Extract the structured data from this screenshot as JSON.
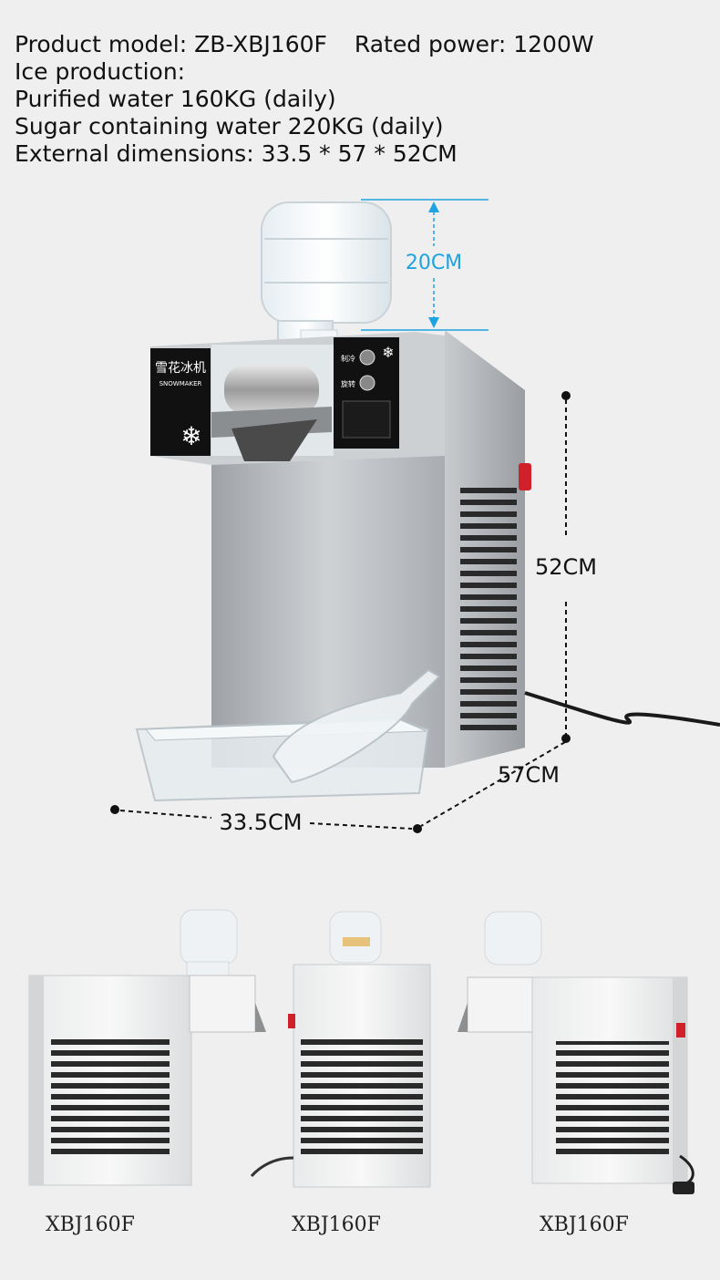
{
  "specs": {
    "model": "Product model: ZB-XBJ160F",
    "power": "Rated power: 1200W",
    "ice_title": "Ice production:",
    "purified": "Purified water 160KG (daily)",
    "sugar": "Sugar containing water 220KG (daily)",
    "dimensions": "External dimensions: 33.5 * 57 * 52CM"
  },
  "dimensions": {
    "bottle_height": "20CM",
    "height": "52CM",
    "depth": "57CM",
    "width": "33.5CM"
  },
  "machine": {
    "brand_cn": "雪花冰机",
    "brand_en": "SNOWMAKER",
    "panel_label_1": "制冷",
    "panel_label_2": "旋转"
  },
  "views": [
    {
      "model": "XBJ160F"
    },
    {
      "model": "XBJ160F"
    },
    {
      "model": "XBJ160F"
    }
  ],
  "colors": {
    "background": "#efefef",
    "steel": "#b9bcbf",
    "dimension_accent": "#1fa3e0",
    "panel": "#111111",
    "switch": "#d0202a"
  }
}
